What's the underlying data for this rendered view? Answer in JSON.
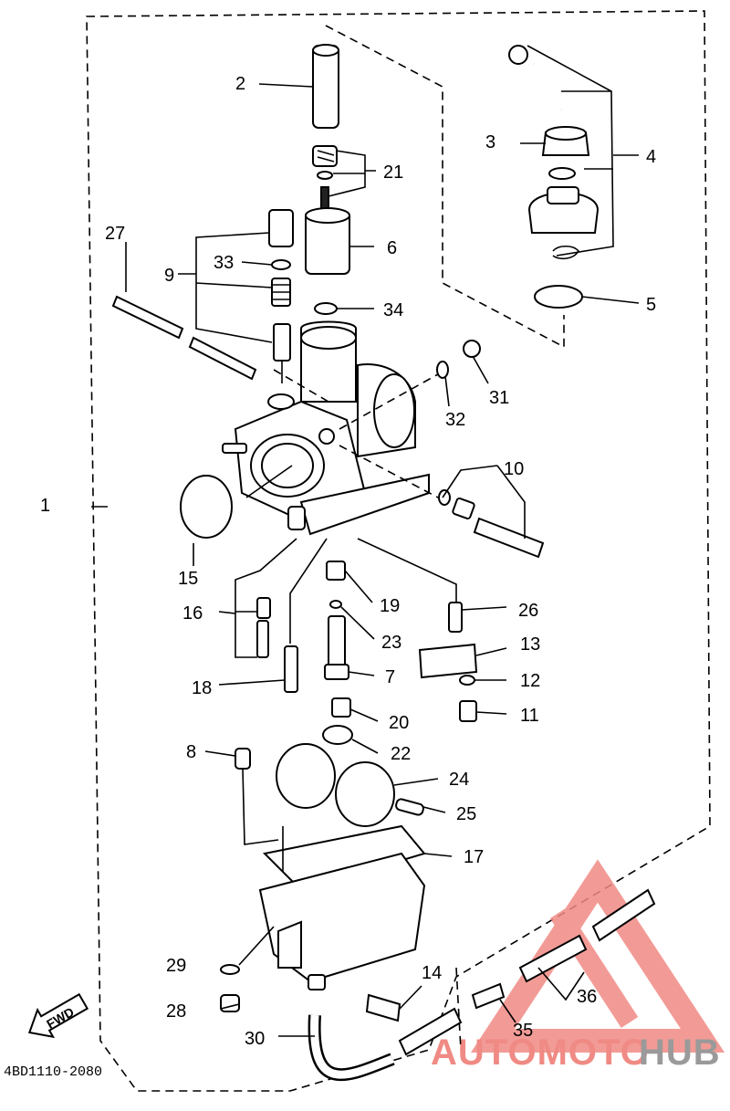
{
  "drawing_code": "4BD1110-2080",
  "fwd_label": "FWD",
  "callouts": [
    {
      "id": "c1",
      "label": "1"
    },
    {
      "id": "c2",
      "label": "2"
    },
    {
      "id": "c3",
      "label": "3"
    },
    {
      "id": "c4",
      "label": "4"
    },
    {
      "id": "c5",
      "label": "5"
    },
    {
      "id": "c6",
      "label": "6"
    },
    {
      "id": "c7",
      "label": "7"
    },
    {
      "id": "c8",
      "label": "8"
    },
    {
      "id": "c9",
      "label": "9"
    },
    {
      "id": "c10",
      "label": "10"
    },
    {
      "id": "c11",
      "label": "11"
    },
    {
      "id": "c12",
      "label": "12"
    },
    {
      "id": "c13",
      "label": "13"
    },
    {
      "id": "c14",
      "label": "14"
    },
    {
      "id": "c15",
      "label": "15"
    },
    {
      "id": "c16",
      "label": "16"
    },
    {
      "id": "c17",
      "label": "17"
    },
    {
      "id": "c18",
      "label": "18"
    },
    {
      "id": "c19",
      "label": "19"
    },
    {
      "id": "c20",
      "label": "20"
    },
    {
      "id": "c21",
      "label": "21"
    },
    {
      "id": "c22",
      "label": "22"
    },
    {
      "id": "c23",
      "label": "23"
    },
    {
      "id": "c24",
      "label": "24"
    },
    {
      "id": "c25",
      "label": "25"
    },
    {
      "id": "c26",
      "label": "26"
    },
    {
      "id": "c27",
      "label": "27"
    },
    {
      "id": "c28",
      "label": "28"
    },
    {
      "id": "c29",
      "label": "29"
    },
    {
      "id": "c30",
      "label": "30"
    },
    {
      "id": "c31",
      "label": "31"
    },
    {
      "id": "c32",
      "label": "32"
    },
    {
      "id": "c33",
      "label": "33"
    },
    {
      "id": "c34",
      "label": "34"
    },
    {
      "id": "c35",
      "label": "35"
    },
    {
      "id": "c36",
      "label": "36"
    }
  ],
  "watermark": {
    "part1": "AUTOMOTO",
    "part2": "HUB",
    "color_main": "#f08a84",
    "color_secondary": "#9a9a9a",
    "icon": "warning-triangle-logo-icon"
  }
}
